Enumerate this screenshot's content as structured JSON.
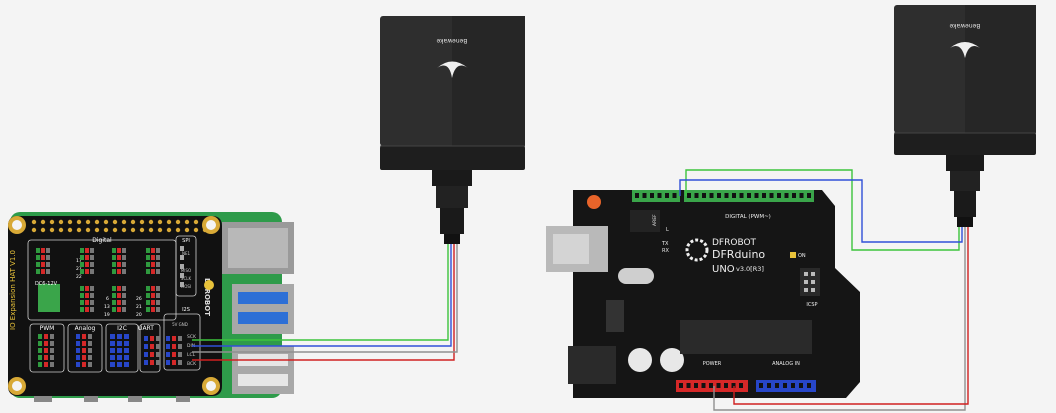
{
  "sensors": {
    "left": {
      "brand": "Benewake"
    },
    "right": {
      "brand": "Benewake"
    }
  },
  "hat": {
    "title_vertical": "IO Expansion HAT V1.0",
    "brand": "DFROBOT",
    "section_digital": "Digital",
    "section_pwm": "PWM",
    "section_analog": "Analog",
    "section_i2c": "I2C",
    "section_uart": "UART",
    "section_spi": "SPI",
    "section_i2s": "I2S",
    "dc_label": "DC6-12V",
    "spi_pins": [
      "NE1",
      "",
      "MISO",
      "SCLK",
      "MOSI"
    ],
    "i2s_pins": [
      "SCK",
      "DIN",
      "LCL",
      "BCK"
    ],
    "i2s_header": "5V GND",
    "digital_nums_a": [
      "17",
      "27",
      "22"
    ],
    "digital_nums_b": [
      "6",
      "13",
      "19"
    ],
    "digital_nums_c": [
      "26",
      "21",
      "20"
    ]
  },
  "uno": {
    "brand": "DFROBOT",
    "model": "DFRduino",
    "model2": "UNO",
    "version": "v3.0[R3]",
    "digital_label": "DIGITAL (PWM~)",
    "power_label": "POWER",
    "analog_label": "ANALOG IN",
    "icsp_label": "ICSP",
    "on_label": "ON",
    "aref_label": "AREF",
    "tx_label": "TX",
    "rx_label": "RX",
    "l_label": "L"
  },
  "colors": {
    "wire_green": "#3cc43c",
    "wire_blue": "#3050d8",
    "wire_red": "#d02020",
    "wire_gray": "#909090",
    "hat_board": "#111111",
    "pi_green": "#2e9b4a",
    "uno_board": "#151515",
    "sensor_body": "#2b2b2b"
  }
}
